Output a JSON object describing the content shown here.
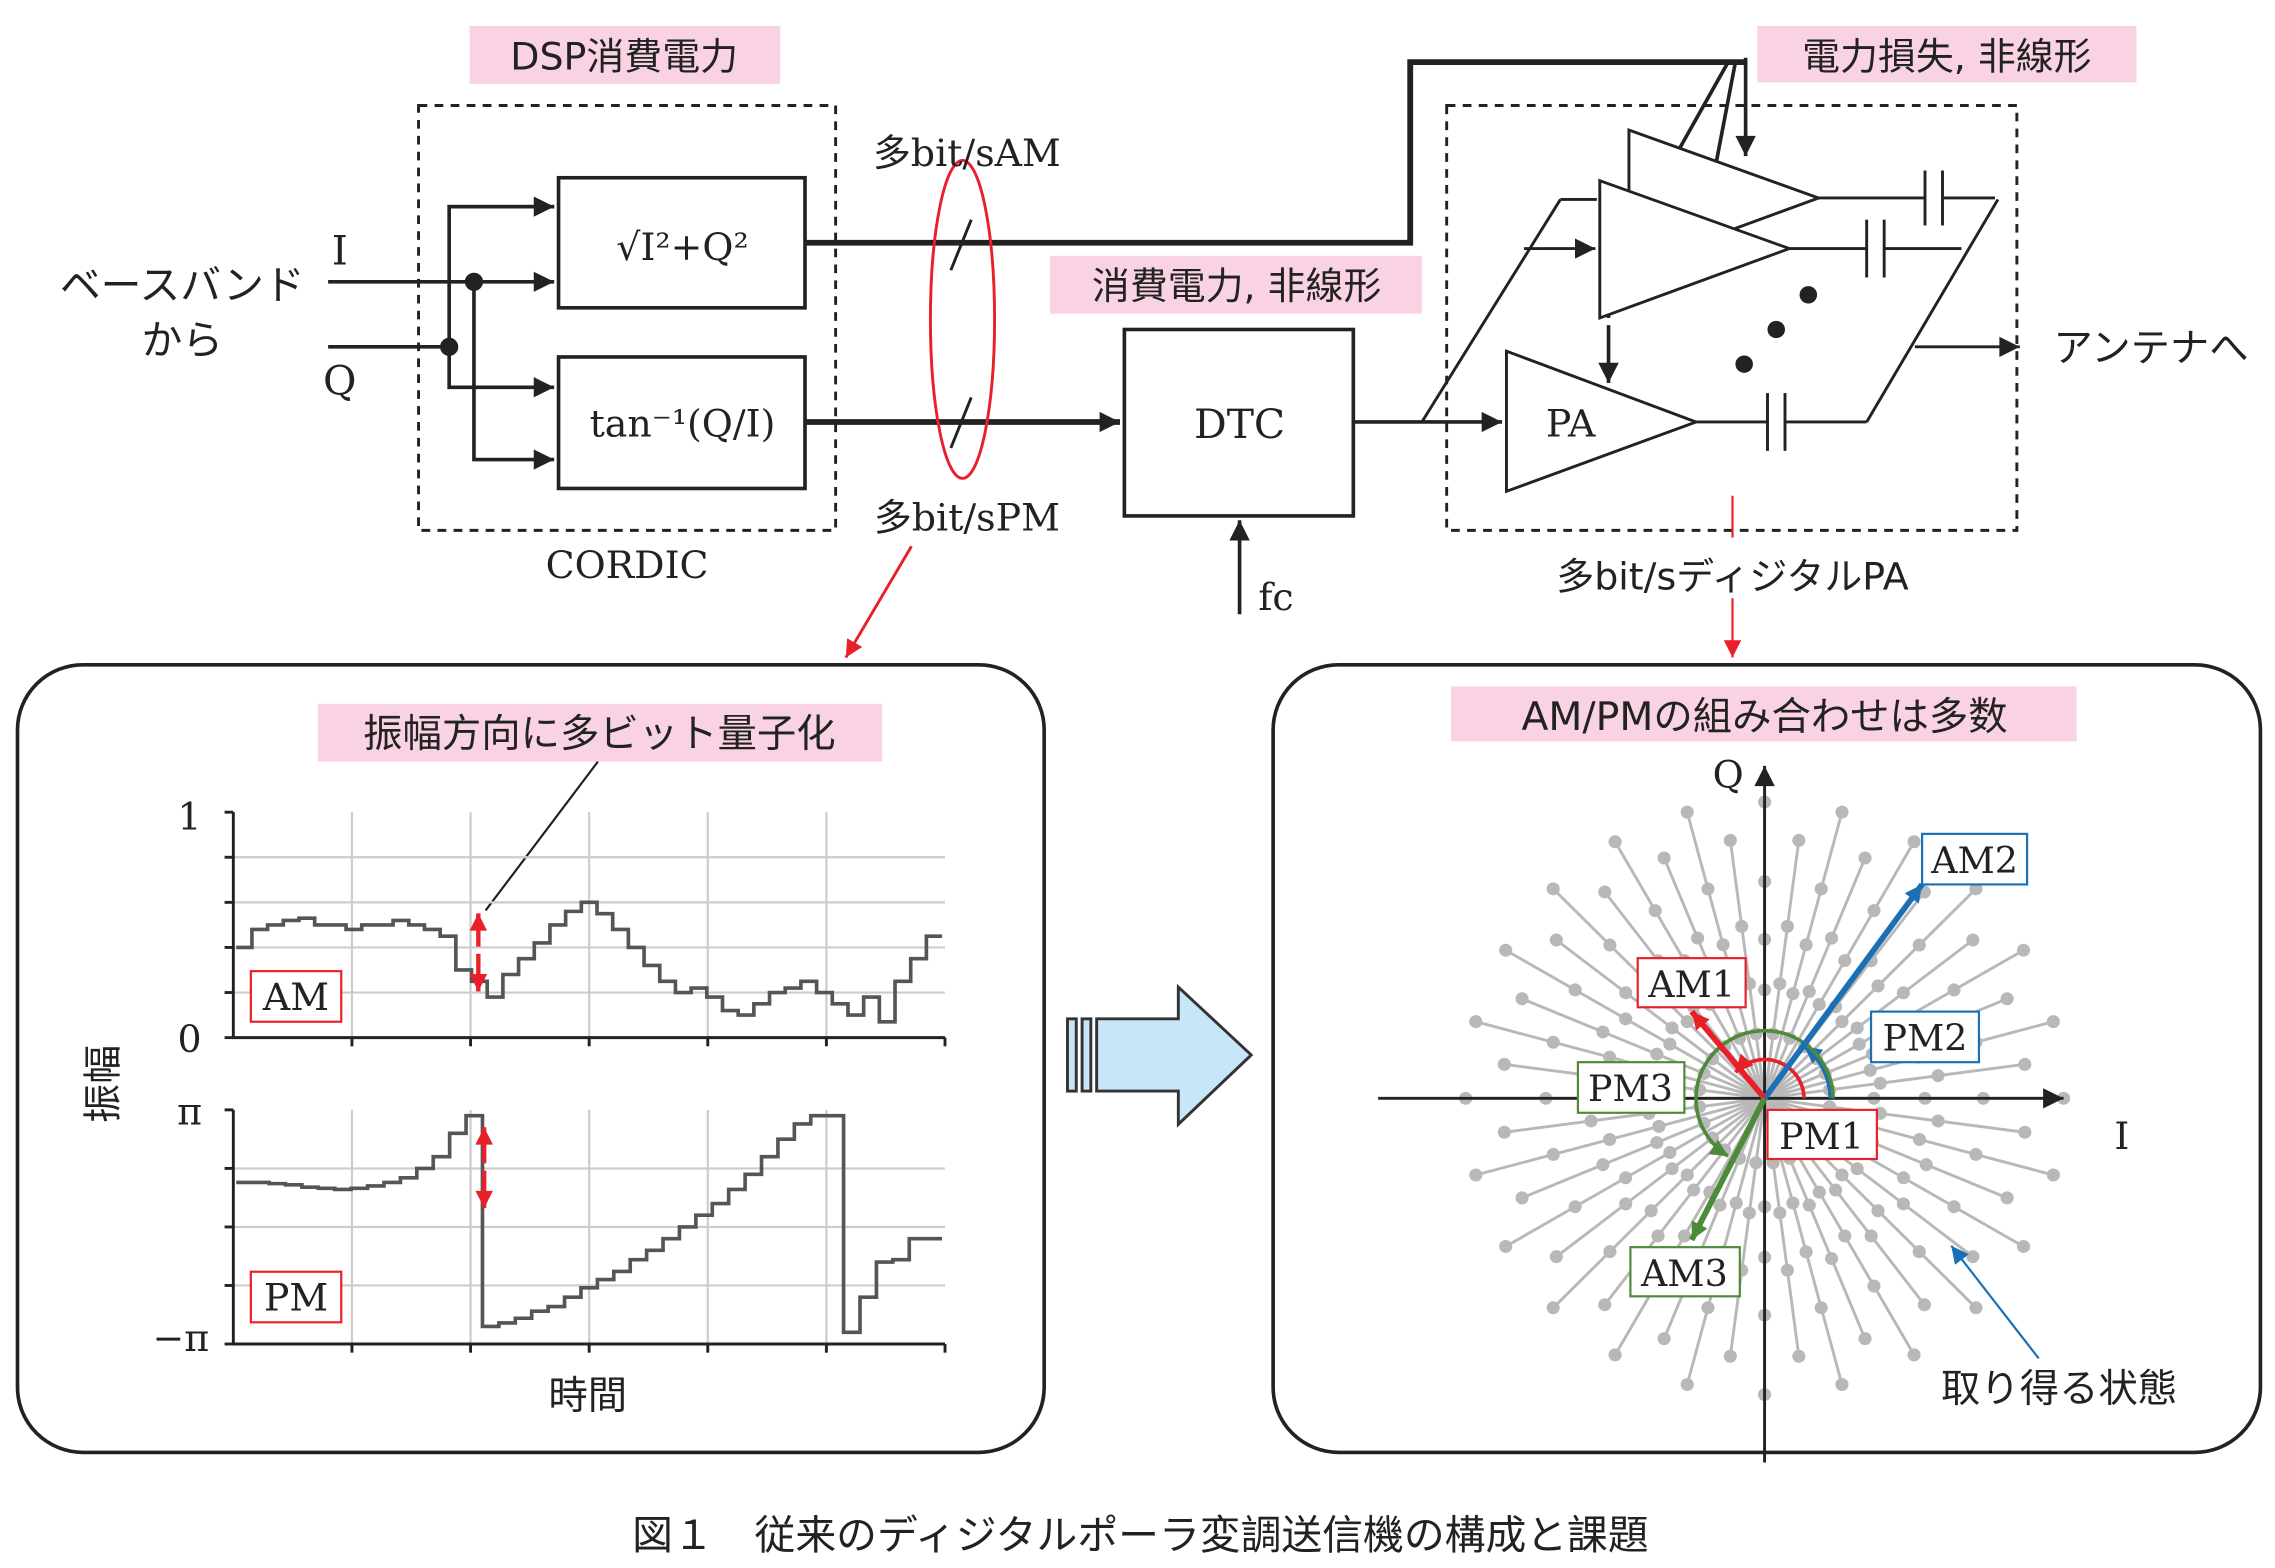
{
  "colors": {
    "pink": "#f9d3e3",
    "red": "#e8202a",
    "blue": "#1a6fb5",
    "green": "#4d8a3a",
    "gray": "#b8b8b8",
    "arrow_fill": "#c8e6f7"
  },
  "top": {
    "dsp_power": "DSP消費電力",
    "baseband_line1": "ベースバンド",
    "baseband_line2": "から",
    "i_label": "I",
    "q_label": "Q",
    "sqrt_block": "√I²+Q²",
    "atan_block": "tan⁻¹(Q/I)",
    "cordic": "CORDIC",
    "multibit_am": "多bit/sAM",
    "multibit_pm": "多bit/sPM",
    "dtc_power": "消費電力, 非線形",
    "dtc": "DTC",
    "fc": "fc",
    "pa_loss": "電力損失, 非線形",
    "pa": "PA",
    "antenna": "アンテナへ",
    "digital_pa": "多bit/sディジタルPA"
  },
  "left_panel": {
    "title": "振幅方向に多ビット量子化",
    "y_axis": "振幅",
    "x_axis": "時間",
    "am_plot": {
      "label": "AM",
      "y_top": "1",
      "y_bottom": "0",
      "samples": [
        0.4,
        0.48,
        0.5,
        0.52,
        0.53,
        0.5,
        0.5,
        0.48,
        0.5,
        0.5,
        0.52,
        0.5,
        0.48,
        0.45,
        0.3,
        0.25,
        0.18,
        0.28,
        0.35,
        0.42,
        0.5,
        0.56,
        0.6,
        0.55,
        0.48,
        0.4,
        0.32,
        0.25,
        0.2,
        0.22,
        0.18,
        0.12,
        0.1,
        0.15,
        0.2,
        0.22,
        0.25,
        0.2,
        0.15,
        0.1,
        0.18,
        0.07,
        0.25,
        0.35,
        0.45
      ]
    },
    "pm_plot": {
      "label": "PM",
      "y_top": "π",
      "y_bottom": "−π",
      "samples_over_pi": [
        0.38,
        0.38,
        0.37,
        0.36,
        0.34,
        0.33,
        0.32,
        0.33,
        0.35,
        0.38,
        0.42,
        0.5,
        0.6,
        0.8,
        0.95,
        -0.85,
        -0.82,
        -0.78,
        -0.72,
        -0.68,
        -0.6,
        -0.52,
        -0.45,
        -0.38,
        -0.28,
        -0.2,
        -0.1,
        0.0,
        0.1,
        0.2,
        0.32,
        0.45,
        0.6,
        0.75,
        0.88,
        0.95,
        0.95,
        -0.9,
        -0.6,
        -0.3,
        -0.28,
        -0.1,
        -0.1
      ]
    }
  },
  "right_panel": {
    "title": "AM/PMの組み合わせは多数",
    "q_axis": "Q",
    "i_axis": "I",
    "labels": {
      "am1": "AM1",
      "am2": "AM2",
      "am3": "AM3",
      "pm1": "PM1",
      "pm2": "PM2",
      "pm3": "PM3"
    },
    "states_label": "取り得る状態"
  },
  "caption": "図１　従来のディジタルポーラ変調送信機の構成と課題"
}
